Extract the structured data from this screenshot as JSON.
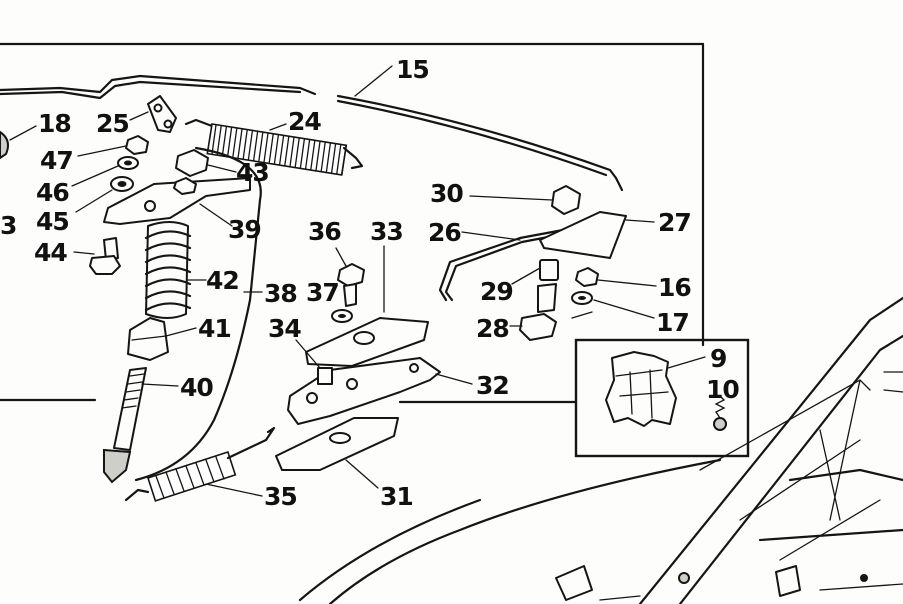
{
  "diagram": {
    "callouts": [
      {
        "id": "c15",
        "text": "15"
      },
      {
        "id": "c18",
        "text": "18"
      },
      {
        "id": "c25",
        "text": "25"
      },
      {
        "id": "c24",
        "text": "24"
      },
      {
        "id": "c47",
        "text": "47"
      },
      {
        "id": "c43",
        "text": "43"
      },
      {
        "id": "c46",
        "text": "46"
      },
      {
        "id": "c45",
        "text": "45"
      },
      {
        "id": "c39",
        "text": "39"
      },
      {
        "id": "c3",
        "text": "3"
      },
      {
        "id": "c44",
        "text": "44"
      },
      {
        "id": "c36",
        "text": "36"
      },
      {
        "id": "c33",
        "text": "33"
      },
      {
        "id": "c30",
        "text": "30"
      },
      {
        "id": "c26",
        "text": "26"
      },
      {
        "id": "c27",
        "text": "27"
      },
      {
        "id": "c42",
        "text": "42"
      },
      {
        "id": "c38",
        "text": "38"
      },
      {
        "id": "c37",
        "text": "37"
      },
      {
        "id": "c29",
        "text": "29"
      },
      {
        "id": "c16",
        "text": "16"
      },
      {
        "id": "c34",
        "text": "34"
      },
      {
        "id": "c41",
        "text": "41"
      },
      {
        "id": "c28",
        "text": "28"
      },
      {
        "id": "c17",
        "text": "17"
      },
      {
        "id": "c9",
        "text": "9"
      },
      {
        "id": "c10",
        "text": "10"
      },
      {
        "id": "c32",
        "text": "32"
      },
      {
        "id": "c40",
        "text": "40"
      },
      {
        "id": "c35",
        "text": "35"
      },
      {
        "id": "c31",
        "text": "31"
      }
    ]
  }
}
